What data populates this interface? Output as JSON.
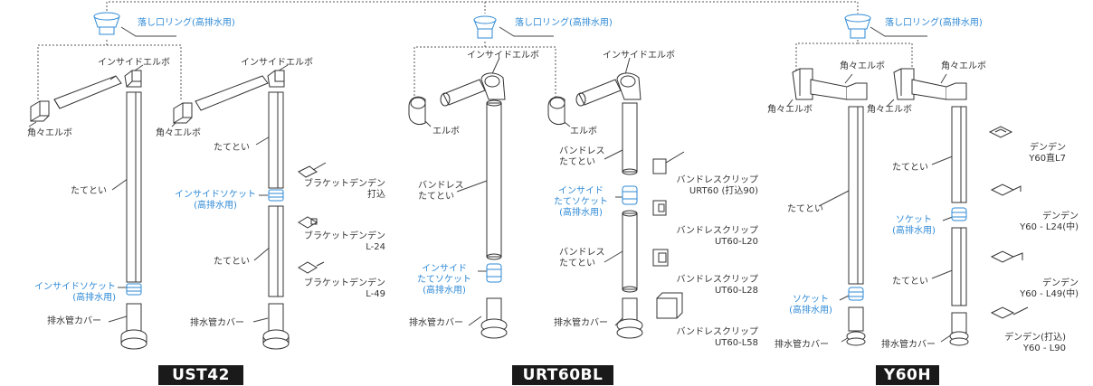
{
  "colors": {
    "accent": "#2f8ad6",
    "line": "#333333",
    "badge_bg": "#1a1a1a",
    "badge_text": "#ffffff"
  },
  "ring_label": "落し口リング(高排水用)",
  "ust42": {
    "name": "UST42",
    "inside_elbow": "インサイドエルボ",
    "square_elbow": "角々エルボ",
    "downpipe": "たてとい",
    "socket": "インサイドソケット\n(高排水用)",
    "cover": "排水管カバー",
    "brackets": [
      "ブラケットデンデン\n打込",
      "ブラケットデンデン\nL-24",
      "ブラケットデンデン\nL-49"
    ]
  },
  "urt60bl": {
    "name": "URT60BL",
    "inside_elbow": "インサイドエルボ",
    "elbow": "エルボ",
    "bandless_pipe": "バンドレス\nたてとい",
    "socket": "インサイド\nたてソケット\n(高排水用)",
    "cover": "排水管カバー",
    "clips": [
      "バンドレスクリップ\nURT60 (打込90)",
      "バンドレスクリップ\nUT60-L20",
      "バンドレスクリップ\nUT60-L28",
      "バンドレスクリップ\nUT60-L58"
    ]
  },
  "y60h": {
    "name": "Y60H",
    "square_elbow": "角々エルボ",
    "downpipe": "たてとい",
    "socket": "ソケット\n(高排水用)",
    "cover": "排水管カバー",
    "denden": [
      "デンデン\nY60直L7",
      "デンデン\nY60 - L24(中)",
      "デンデン\nY60 - L49(中)",
      "デンデン(打込)\nY60 - L90"
    ]
  }
}
